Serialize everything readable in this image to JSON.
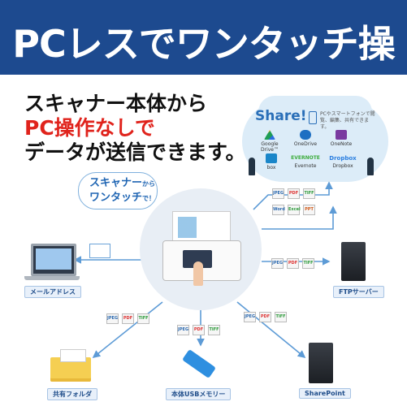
{
  "header": {
    "title": "PCレスでワンタッチ操作"
  },
  "headline": {
    "line1": "スキャナー本体から",
    "line2": "PC操作なしで",
    "line3": "データが送信できます。"
  },
  "share": {
    "title": "Share!",
    "subtitle": "PCやスマートフォンで閲覧、編集、共有できます。",
    "services": [
      {
        "name": "Google Drive™",
        "color": "#f2b22a"
      },
      {
        "name": "OneDrive",
        "color": "#1e6fc2"
      },
      {
        "name": "OneNote",
        "color": "#7a3aa0"
      },
      {
        "name": "box",
        "color": "#1a86c9"
      },
      {
        "name": "Evernote",
        "color": "#3fad3f"
      },
      {
        "name": "Dropbox",
        "color": "#2b7fe0"
      }
    ],
    "evernote_logo": "EVERNOTE",
    "dropbox_logo": "Dropbox"
  },
  "callout": {
    "line1": "スキャナー",
    "line1_small": "から",
    "line2": "ワンタッチ",
    "line2_small": "で！"
  },
  "destinations": {
    "email": "メールアドレス",
    "ftp": "FTPサーバー",
    "folder": "共有フォルダ",
    "usb": "本体USBメモリー",
    "sharepoint": "SharePoint"
  },
  "file_types": {
    "jpeg": "JPEG",
    "pdf": "PDF",
    "tiff": "TIFF",
    "word": "Word",
    "excel": "Excel",
    "ppt": "PPT"
  },
  "colors": {
    "header": "#1d4a8f",
    "accent_red": "#e0231c",
    "blue_text": "#1f65b3",
    "arrow": "#5d9bd6"
  }
}
